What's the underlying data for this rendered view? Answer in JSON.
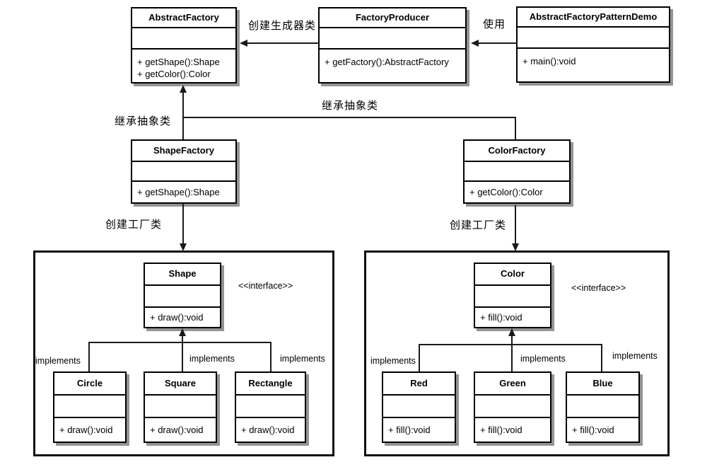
{
  "diagram_type": "uml-class-diagram",
  "classes": {
    "abstract_factory": {
      "name": "AbstractFactory",
      "methods": [
        "+ getShape():Shape",
        "+ getColor():Color"
      ]
    },
    "factory_producer": {
      "name": "FactoryProducer",
      "methods": [
        "+ getFactory():AbstractFactory"
      ]
    },
    "pattern_demo": {
      "name": "AbstractFactoryPatternDemo",
      "methods": [
        "+ main():void"
      ]
    },
    "shape_factory": {
      "name": "ShapeFactory",
      "methods": [
        "+ getShape():Shape"
      ]
    },
    "color_factory": {
      "name": "ColorFactory",
      "methods": [
        "+ getColor():Color"
      ]
    },
    "shape_interface": {
      "name": "Shape",
      "methods": [
        "+ draw():void"
      ]
    },
    "color_interface": {
      "name": "Color",
      "methods": [
        "+ fill():void"
      ]
    },
    "circle": {
      "name": "Circle",
      "methods": [
        "+ draw():void"
      ]
    },
    "square": {
      "name": "Square",
      "methods": [
        "+ draw():void"
      ]
    },
    "rectangle": {
      "name": "Rectangle",
      "methods": [
        "+ draw():void"
      ]
    },
    "red": {
      "name": "Red",
      "methods": [
        "+ fill():void"
      ]
    },
    "green": {
      "name": "Green",
      "methods": [
        "+ fill():void"
      ]
    },
    "blue": {
      "name": "Blue",
      "methods": [
        "+ fill():void"
      ]
    }
  },
  "edge_labels": {
    "create_producer": "创建生成器类",
    "use": "使用",
    "inherit_abstract_left": "继承抽象类",
    "inherit_abstract_right": "继承抽象类",
    "create_factory_left": "创建工厂类",
    "create_factory_right": "创建工厂类",
    "interface_stereotype_left": "<<interface>>",
    "interface_stereotype_right": "<<interface>>",
    "implements": "implements"
  },
  "colors": {
    "box_border": "#000000",
    "box_background": "#ffffff",
    "box_shadow": "#949494",
    "connector_line": "#1a1a1a",
    "text": "#000000",
    "canvas_background": "#ffffff"
  }
}
